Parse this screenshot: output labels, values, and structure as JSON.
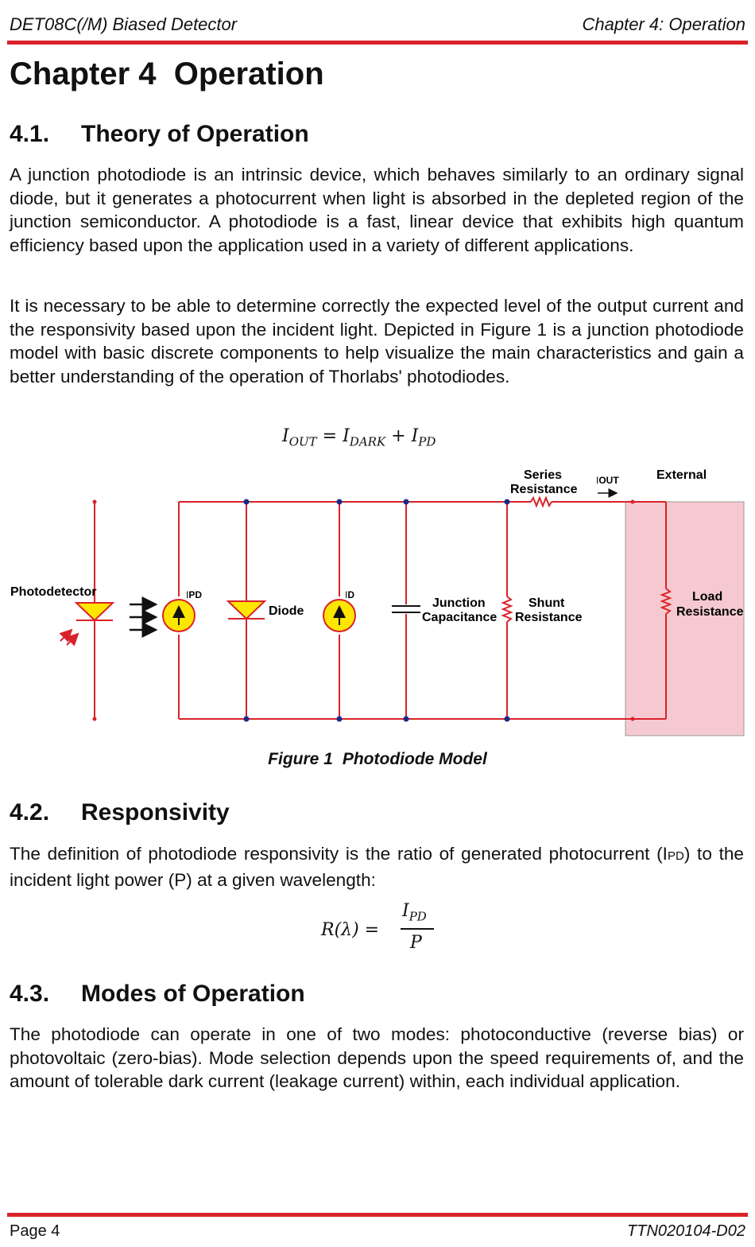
{
  "header": {
    "left": "DET08C(/M) Biased Detector",
    "right": "Chapter 4: Operation"
  },
  "chapter_title": "Chapter 4  Operation",
  "sections": [
    {
      "number": "4.1.",
      "title": "Theory of Operation"
    },
    {
      "number": "4.2.",
      "title": "Responsivity"
    },
    {
      "number": "4.3.",
      "title": "Modes of Operation"
    }
  ],
  "paragraphs": {
    "p1": "A junction photodiode is an intrinsic device, which behaves similarly to an ordinary signal diode, but it generates a photocurrent when light is absorbed in the depleted region of the junction semiconductor. A photodiode is a fast, linear device that exhibits high quantum efficiency based upon the application used in a variety of different applications.",
    "p2": "It is necessary to be able to determine correctly the expected level of the output current and the responsivity based upon the incident light. Depicted in Figure 1 is a junction photodiode model with basic discrete components to help visualize the main characteristics and gain a better understanding of the operation of Thorlabs' photodiodes.",
    "p3_a": "The definition of photodiode responsivity is the ratio of generated photocurrent (I",
    "p3_sub": "PD",
    "p3_b": ") to the incident light power (P) at a given wavelength:",
    "p4": "The photodiode can operate in one of two modes: photoconductive (reverse bias) or photovoltaic (zero-bias). Mode selection depends upon the speed requirements of, and the amount of tolerable dark current (leakage current) within, each individual application."
  },
  "equations": {
    "iout": {
      "lhs": "I",
      "lhs_sub": "OUT",
      "eq": "=",
      "t1": "I",
      "t1_sub": "DARK",
      "plus": "+",
      "t2": "I",
      "t2_sub": "PD"
    },
    "responsivity": {
      "lhs": "R(λ) =",
      "num": "I",
      "num_sub": "PD",
      "den": "P"
    }
  },
  "figure": {
    "caption_label": "Figure 1",
    "caption_text": "Photodiode Model",
    "labels": {
      "photodetector": "Photodetector",
      "ipd_i": "I",
      "ipd_sub": "PD",
      "diode": "Diode",
      "id_i": "I",
      "id_sub": "D",
      "junction1": "Junction",
      "junction2": "Capacitance",
      "shunt1": "Shunt",
      "shunt2": "Resistance",
      "series1": "Series",
      "series2": "Resistance",
      "iout_i": "I",
      "iout_sub": "OUT",
      "external": "External",
      "load1": "Load",
      "load2": "Resistance"
    },
    "colors": {
      "wire": "#d9222a",
      "node": "#1a2a8a",
      "component_fill": "#ffe600",
      "external_box": "#f6c9d0"
    }
  },
  "footer": {
    "left": "Page 4",
    "right": "TTN020104-D02"
  }
}
